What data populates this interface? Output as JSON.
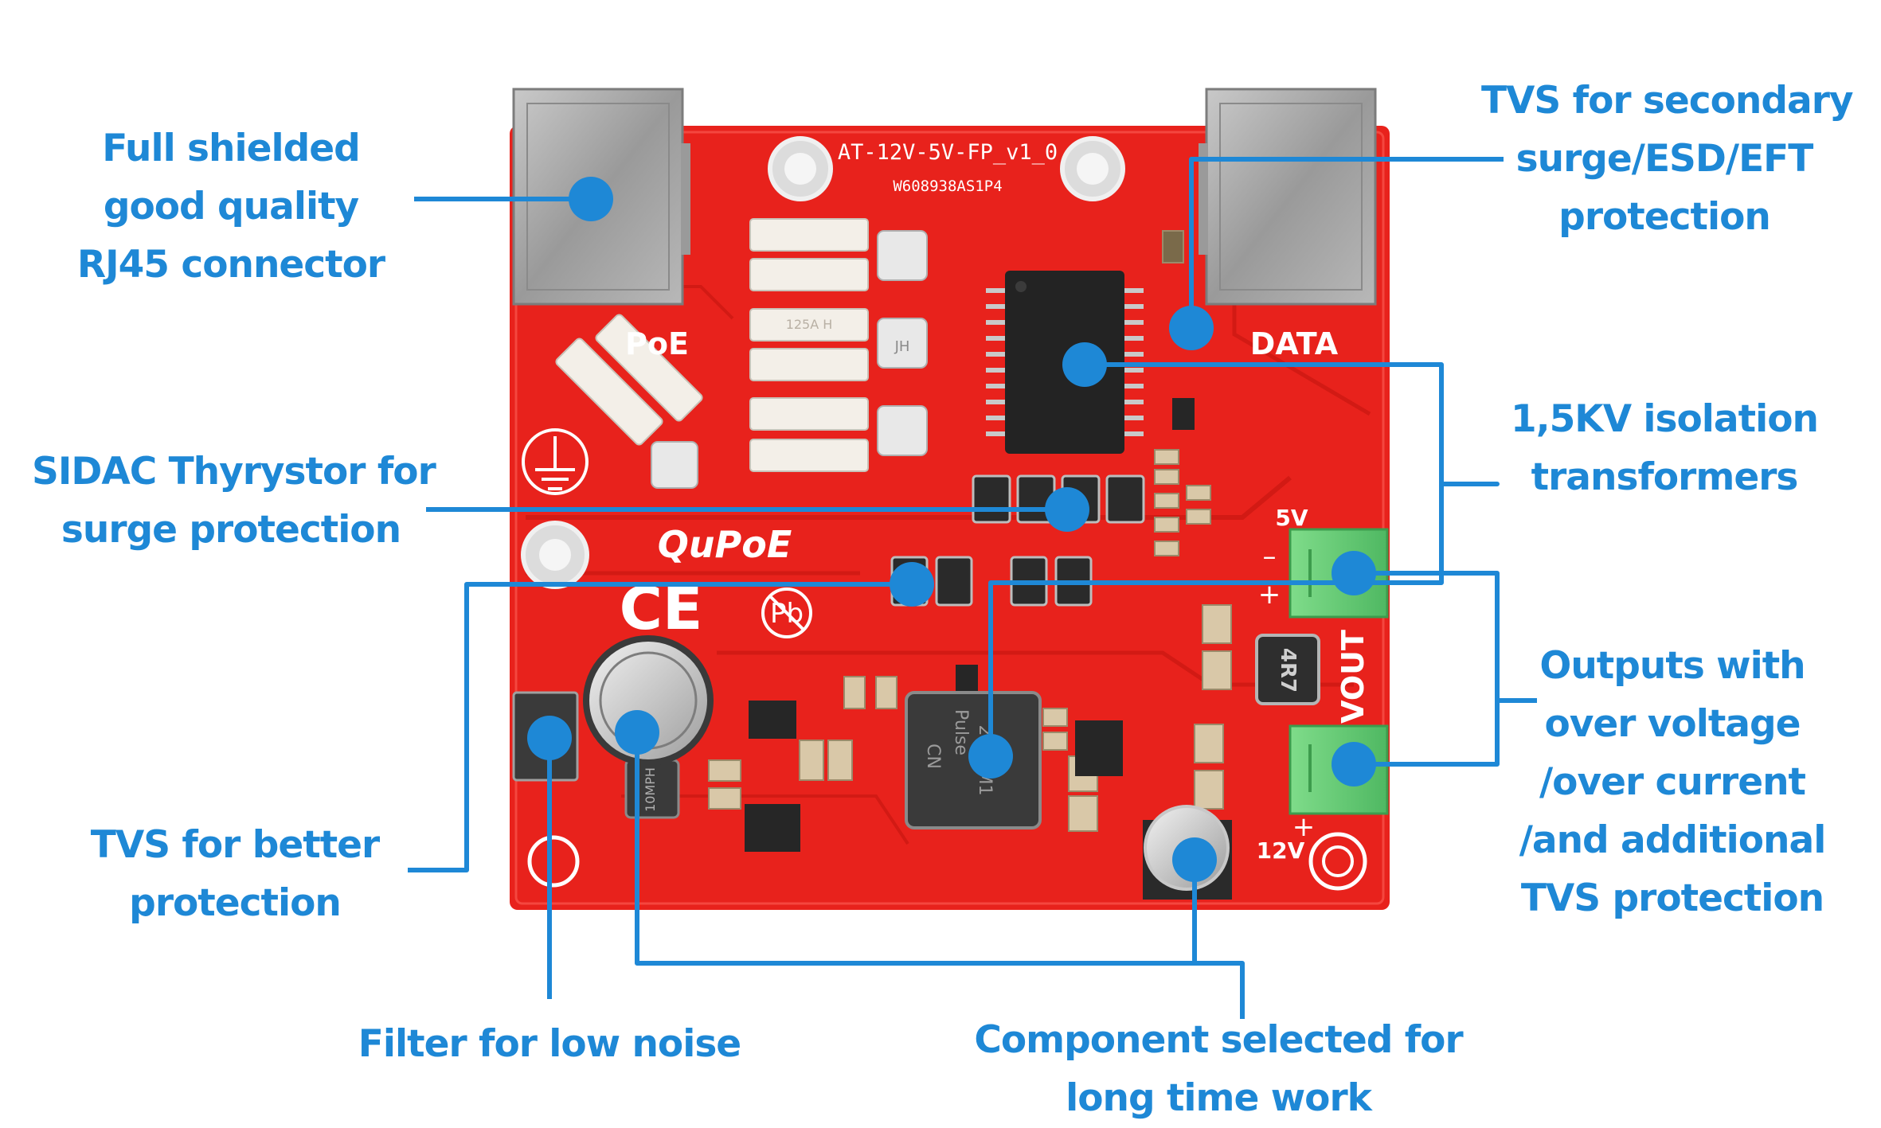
{
  "board": {
    "model_text": "AT-12V-5V-FP_v1_0",
    "serial_text": "W608938AS1P4",
    "poe_label": "PoE",
    "data_label": "DATA",
    "brand_logo": "QuPoE",
    "ce_mark": "CE",
    "pb_free_mark": "Pb",
    "vout_label": "VOUT",
    "v5_label": "5V",
    "v12_label": "12V",
    "minus_sign": "–",
    "plus_sign": "+",
    "inductor_code": "4R7",
    "transformer_text": [
      "Pulse",
      "2230M1",
      "CN"
    ],
    "fuse_text": "125A H",
    "cap_text": "JH",
    "choke_text": "10MPH",
    "ground_symbol": "ground-icon"
  },
  "callouts": {
    "rj45": [
      "Full shielded",
      "good quality",
      "RJ45 connector"
    ],
    "tvs_secondary": [
      "TVS for secondary",
      "surge/ESD/EFT",
      "protection"
    ],
    "sidac": [
      "SIDAC Thyrystor for",
      "surge protection"
    ],
    "isolation": [
      "1,5KV isolation",
      "transformers"
    ],
    "outputs": [
      "Outputs with",
      "over voltage",
      "/over current",
      "/and additional",
      "TVS protection"
    ],
    "tvs_better": [
      "TVS for better",
      "protection"
    ],
    "filter": [
      "Filter for low noise"
    ],
    "component": [
      "Component selected for",
      "long time work"
    ]
  },
  "colors": {
    "accent": "#1e88d6",
    "pcb": "#e8221c",
    "pcb_dark": "#c51812",
    "terminal_green": "#6cd07a",
    "shield_metal": "#a9a9a9"
  }
}
